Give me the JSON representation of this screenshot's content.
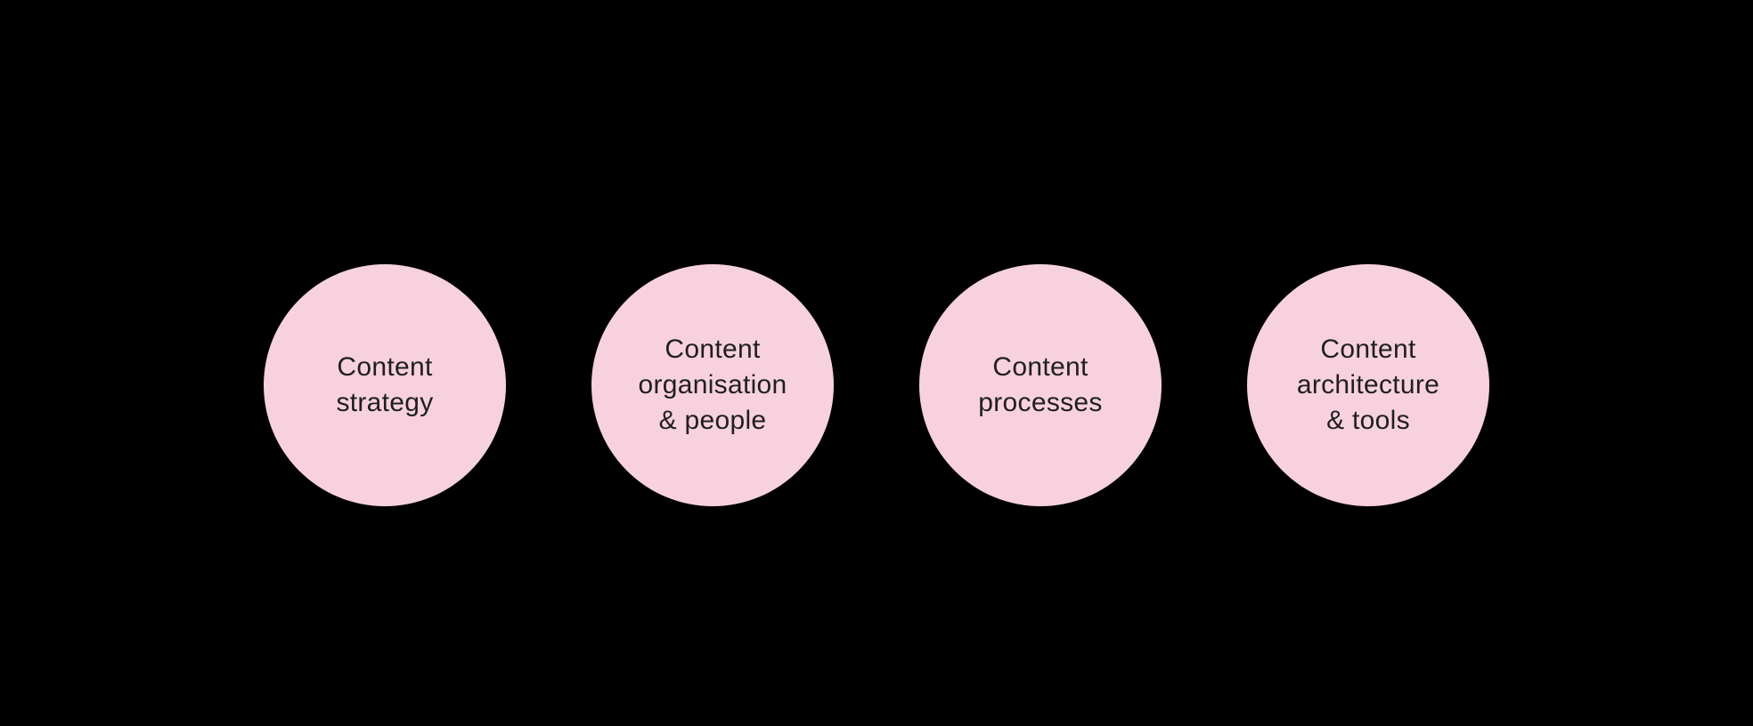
{
  "canvas": {
    "background": "#000000"
  },
  "diagram": {
    "circle_color": "#f7d1dd",
    "text_color": "#1f1f1f",
    "circles": [
      {
        "label": "Content\nstrategy"
      },
      {
        "label": "Content\norganisation\n& people"
      },
      {
        "label": "Content\nprocesses"
      },
      {
        "label": "Content\narchitecture\n& tools"
      }
    ]
  }
}
